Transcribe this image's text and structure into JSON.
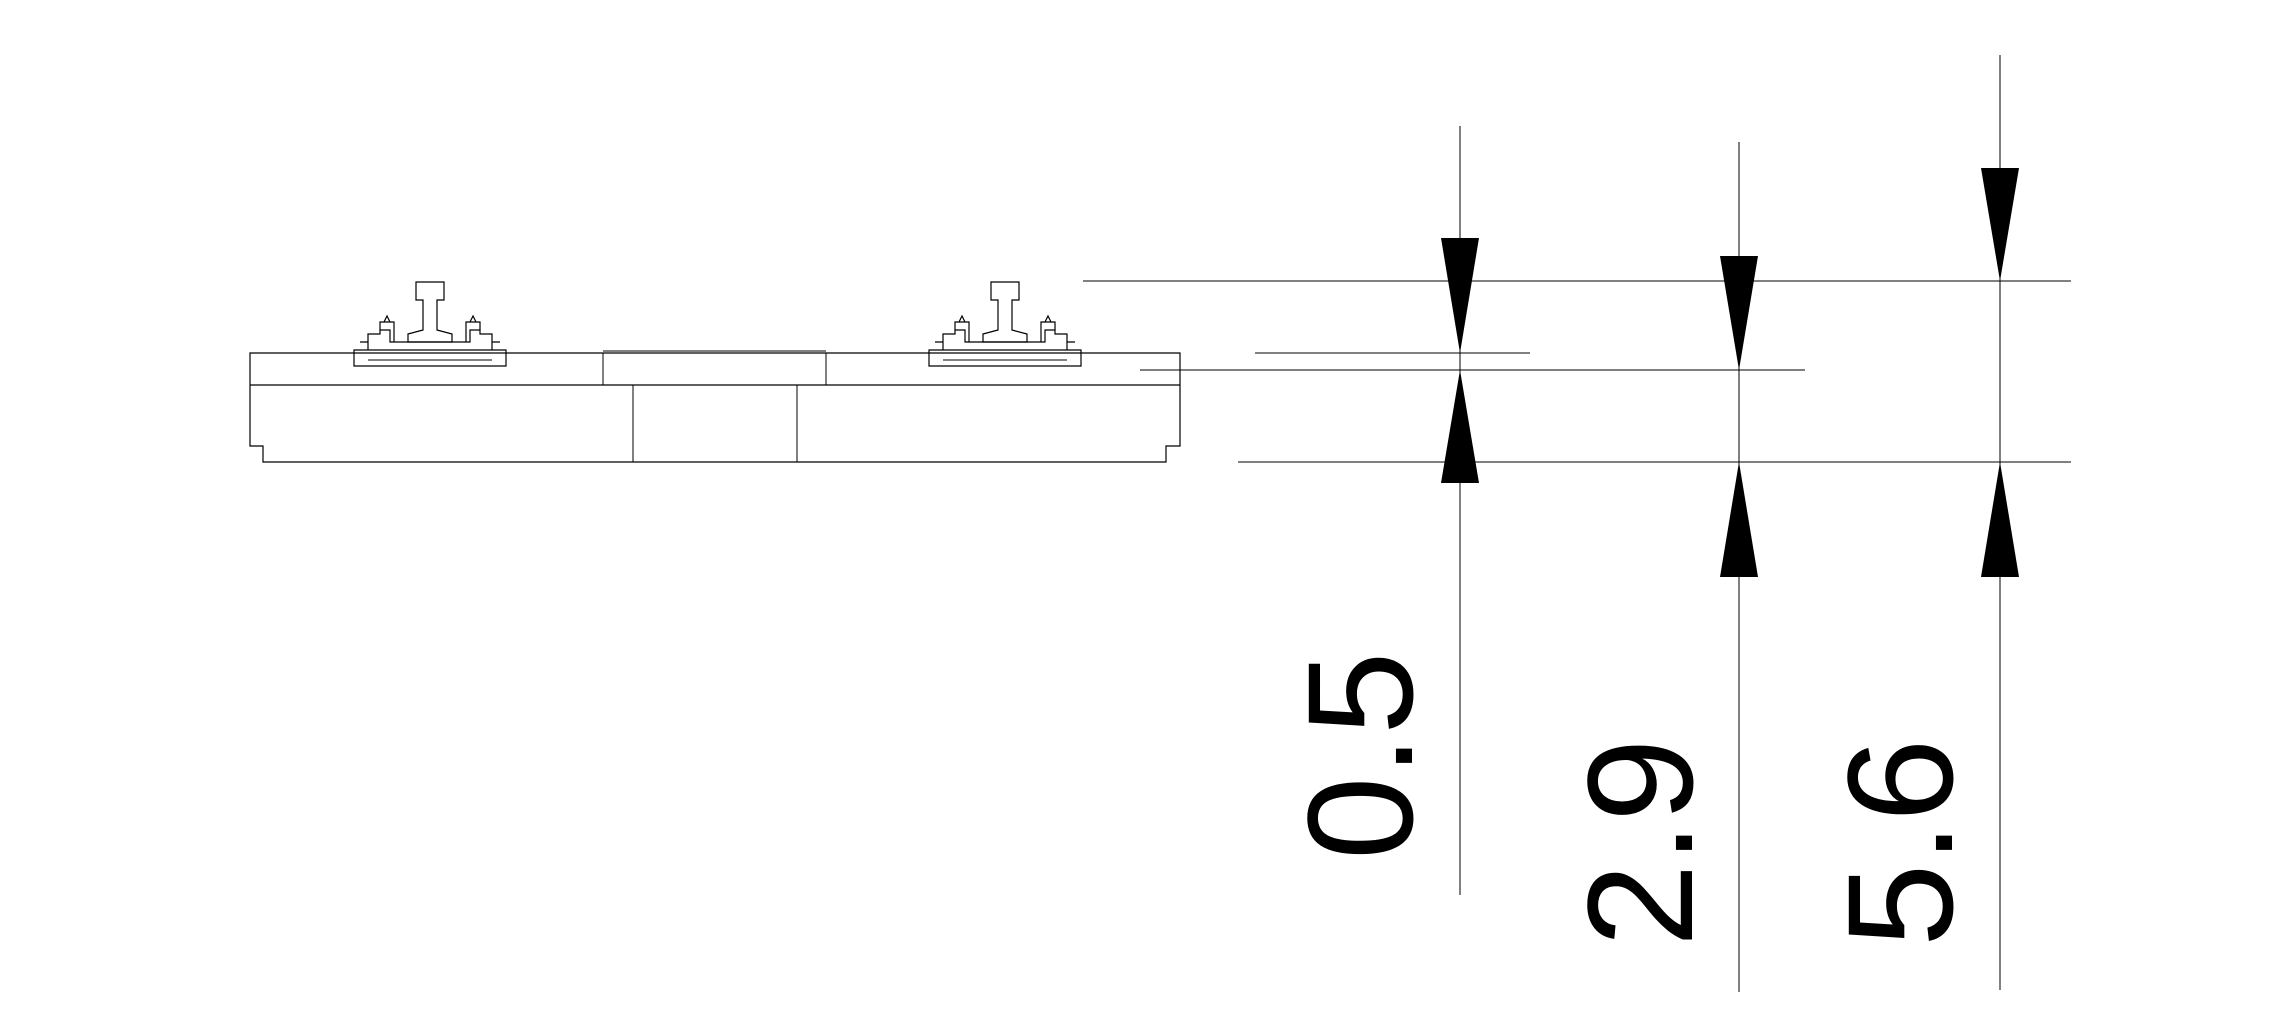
{
  "drawing": {
    "dimensions": [
      {
        "id": "dim-a",
        "label": "0.5"
      },
      {
        "id": "dim-b",
        "label": "2.9"
      },
      {
        "id": "dim-c",
        "label": "5.6"
      }
    ]
  }
}
